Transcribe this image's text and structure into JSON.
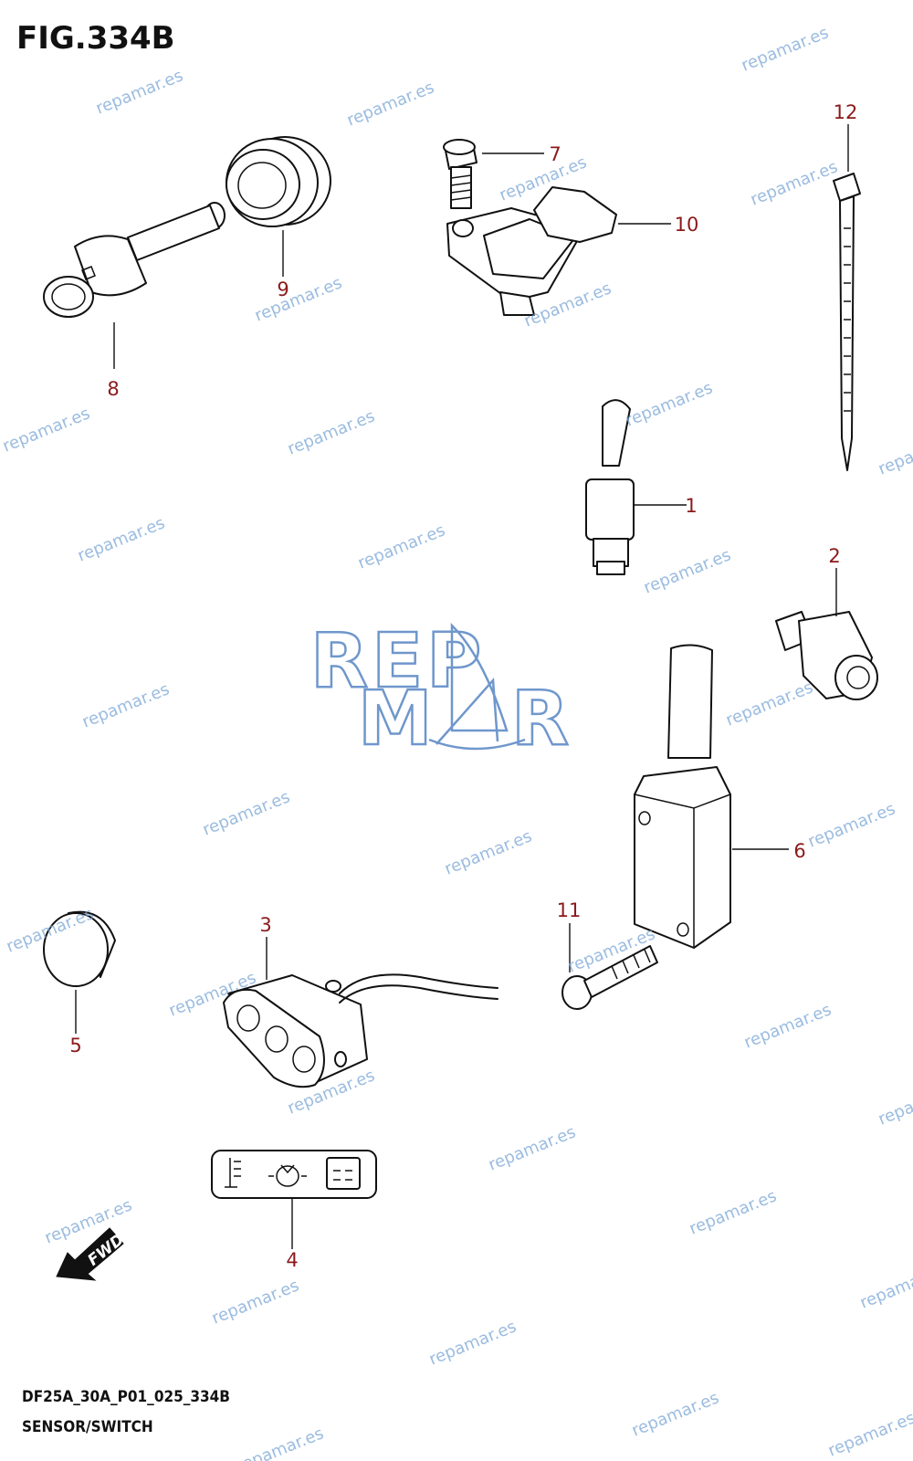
{
  "figure_title": "FIG.334B",
  "footer": {
    "code": "DF25A_30A_P01_025_334B",
    "section": "SENSOR/SWITCH"
  },
  "fwd_label": "FWD",
  "watermark": "repamar.es",
  "logo": {
    "line1": "REP",
    "line2_a": "M",
    "line2_b": "R"
  },
  "callouts": [
    "1",
    "2",
    "3",
    "4",
    "5",
    "6",
    "7",
    "8",
    "9",
    "10",
    "11",
    "12"
  ],
  "colors": {
    "callout": "#8b1a1a",
    "watermark": "#7aa6d6",
    "line": "#111111"
  }
}
